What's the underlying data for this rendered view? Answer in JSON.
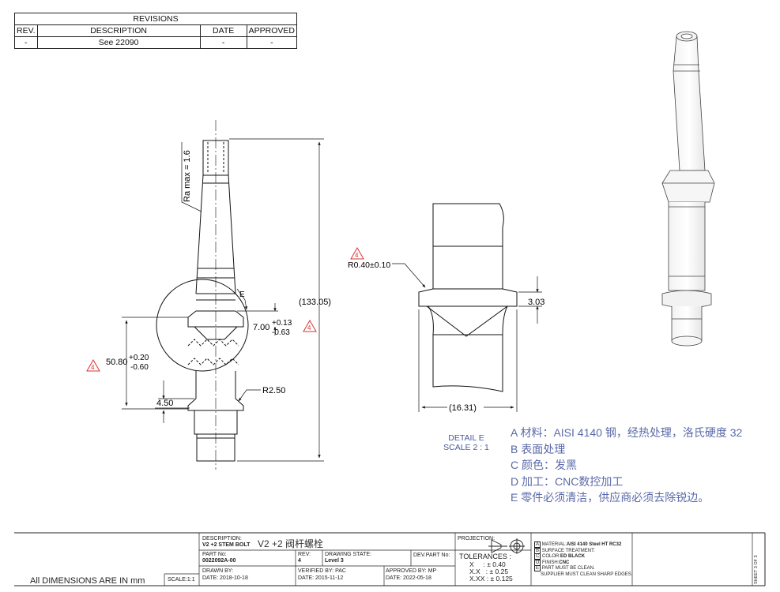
{
  "revisions": {
    "title": "REVISIONS",
    "headers": [
      "REV.",
      "DESCRIPTION",
      "DATE",
      "APPROVED"
    ],
    "rows": [
      [
        "-",
        "See 22090",
        "-",
        "-"
      ]
    ]
  },
  "dims": {
    "ra": "Ra max = 1.6",
    "overall": "(133.05)",
    "d7": "7.00",
    "d7_plus": "+0.13",
    "d7_minus": "-0.63",
    "d50": "50.80",
    "d50_plus": "+0.20",
    "d50_minus": "-0.60",
    "d450": "4.50",
    "r250": "R2.50",
    "r040": "R0.40±0.10",
    "d303": "3.03",
    "d1631": "(16.31)",
    "detail_letter": "E",
    "flag": "4"
  },
  "detail": {
    "line1": "DETAIL E",
    "line2": "SCALE 2 : 1"
  },
  "notes": [
    "A 材料：AISI 4140 钢，经热处理，洛氏硬度 32",
    "B 表面处理",
    "C 颜色：发黑",
    "D 加工：CNC数控加工",
    "E 零件必须清洁，供应商必须去除锐边。"
  ],
  "title_block": {
    "all_dims": "All DIMENSIONS ARE IN mm",
    "scale": "SCALE:1:1",
    "desc_label": "DESCRIPTION:",
    "desc_value": "V2 +2 STEM BOLT",
    "desc_big": "V2 +2 阀杆螺栓",
    "part_label": "PART No:",
    "part_value": "0022092A-00",
    "rev_label": "REV:",
    "rev_value": "4",
    "state_label": "DRAWING STATE:",
    "state_value": "Level 3",
    "dev_label": "DEV.PART No:",
    "drawn_label": "DRAWN BY:",
    "drawn_date": "DATE: 2018-10-18",
    "verified_label": "VERIFIED BY: PAC",
    "verified_date": "DATE: 2015-11-12",
    "approved_label": "APPROVED BY: MP",
    "approved_date": "DATE: 2022-05-18",
    "projection": "PROJECTION:",
    "tolerances": "TOLERANCES :",
    "tol": [
      [
        "X",
        ": ± 0.40"
      ],
      [
        "X.X",
        ": ± 0.25"
      ],
      [
        "X.XX",
        ": ± 0.125"
      ]
    ],
    "specs": [
      [
        "A",
        "MATERIAL:",
        "AISI 4140 Steel HT RC32"
      ],
      [
        "B",
        "SURFACE TREATMENT:",
        ""
      ],
      [
        "C",
        "COLOR:",
        "ED BLACK"
      ],
      [
        "D",
        "FINISH:",
        "CNC"
      ],
      [
        "E",
        "PART MUST BE CLEAN.",
        ""
      ]
    ],
    "spec_extra": "SUPPLIER MUST CLEAN SHARP EDGES.",
    "sheet": "SHEET 3 OF 3"
  }
}
